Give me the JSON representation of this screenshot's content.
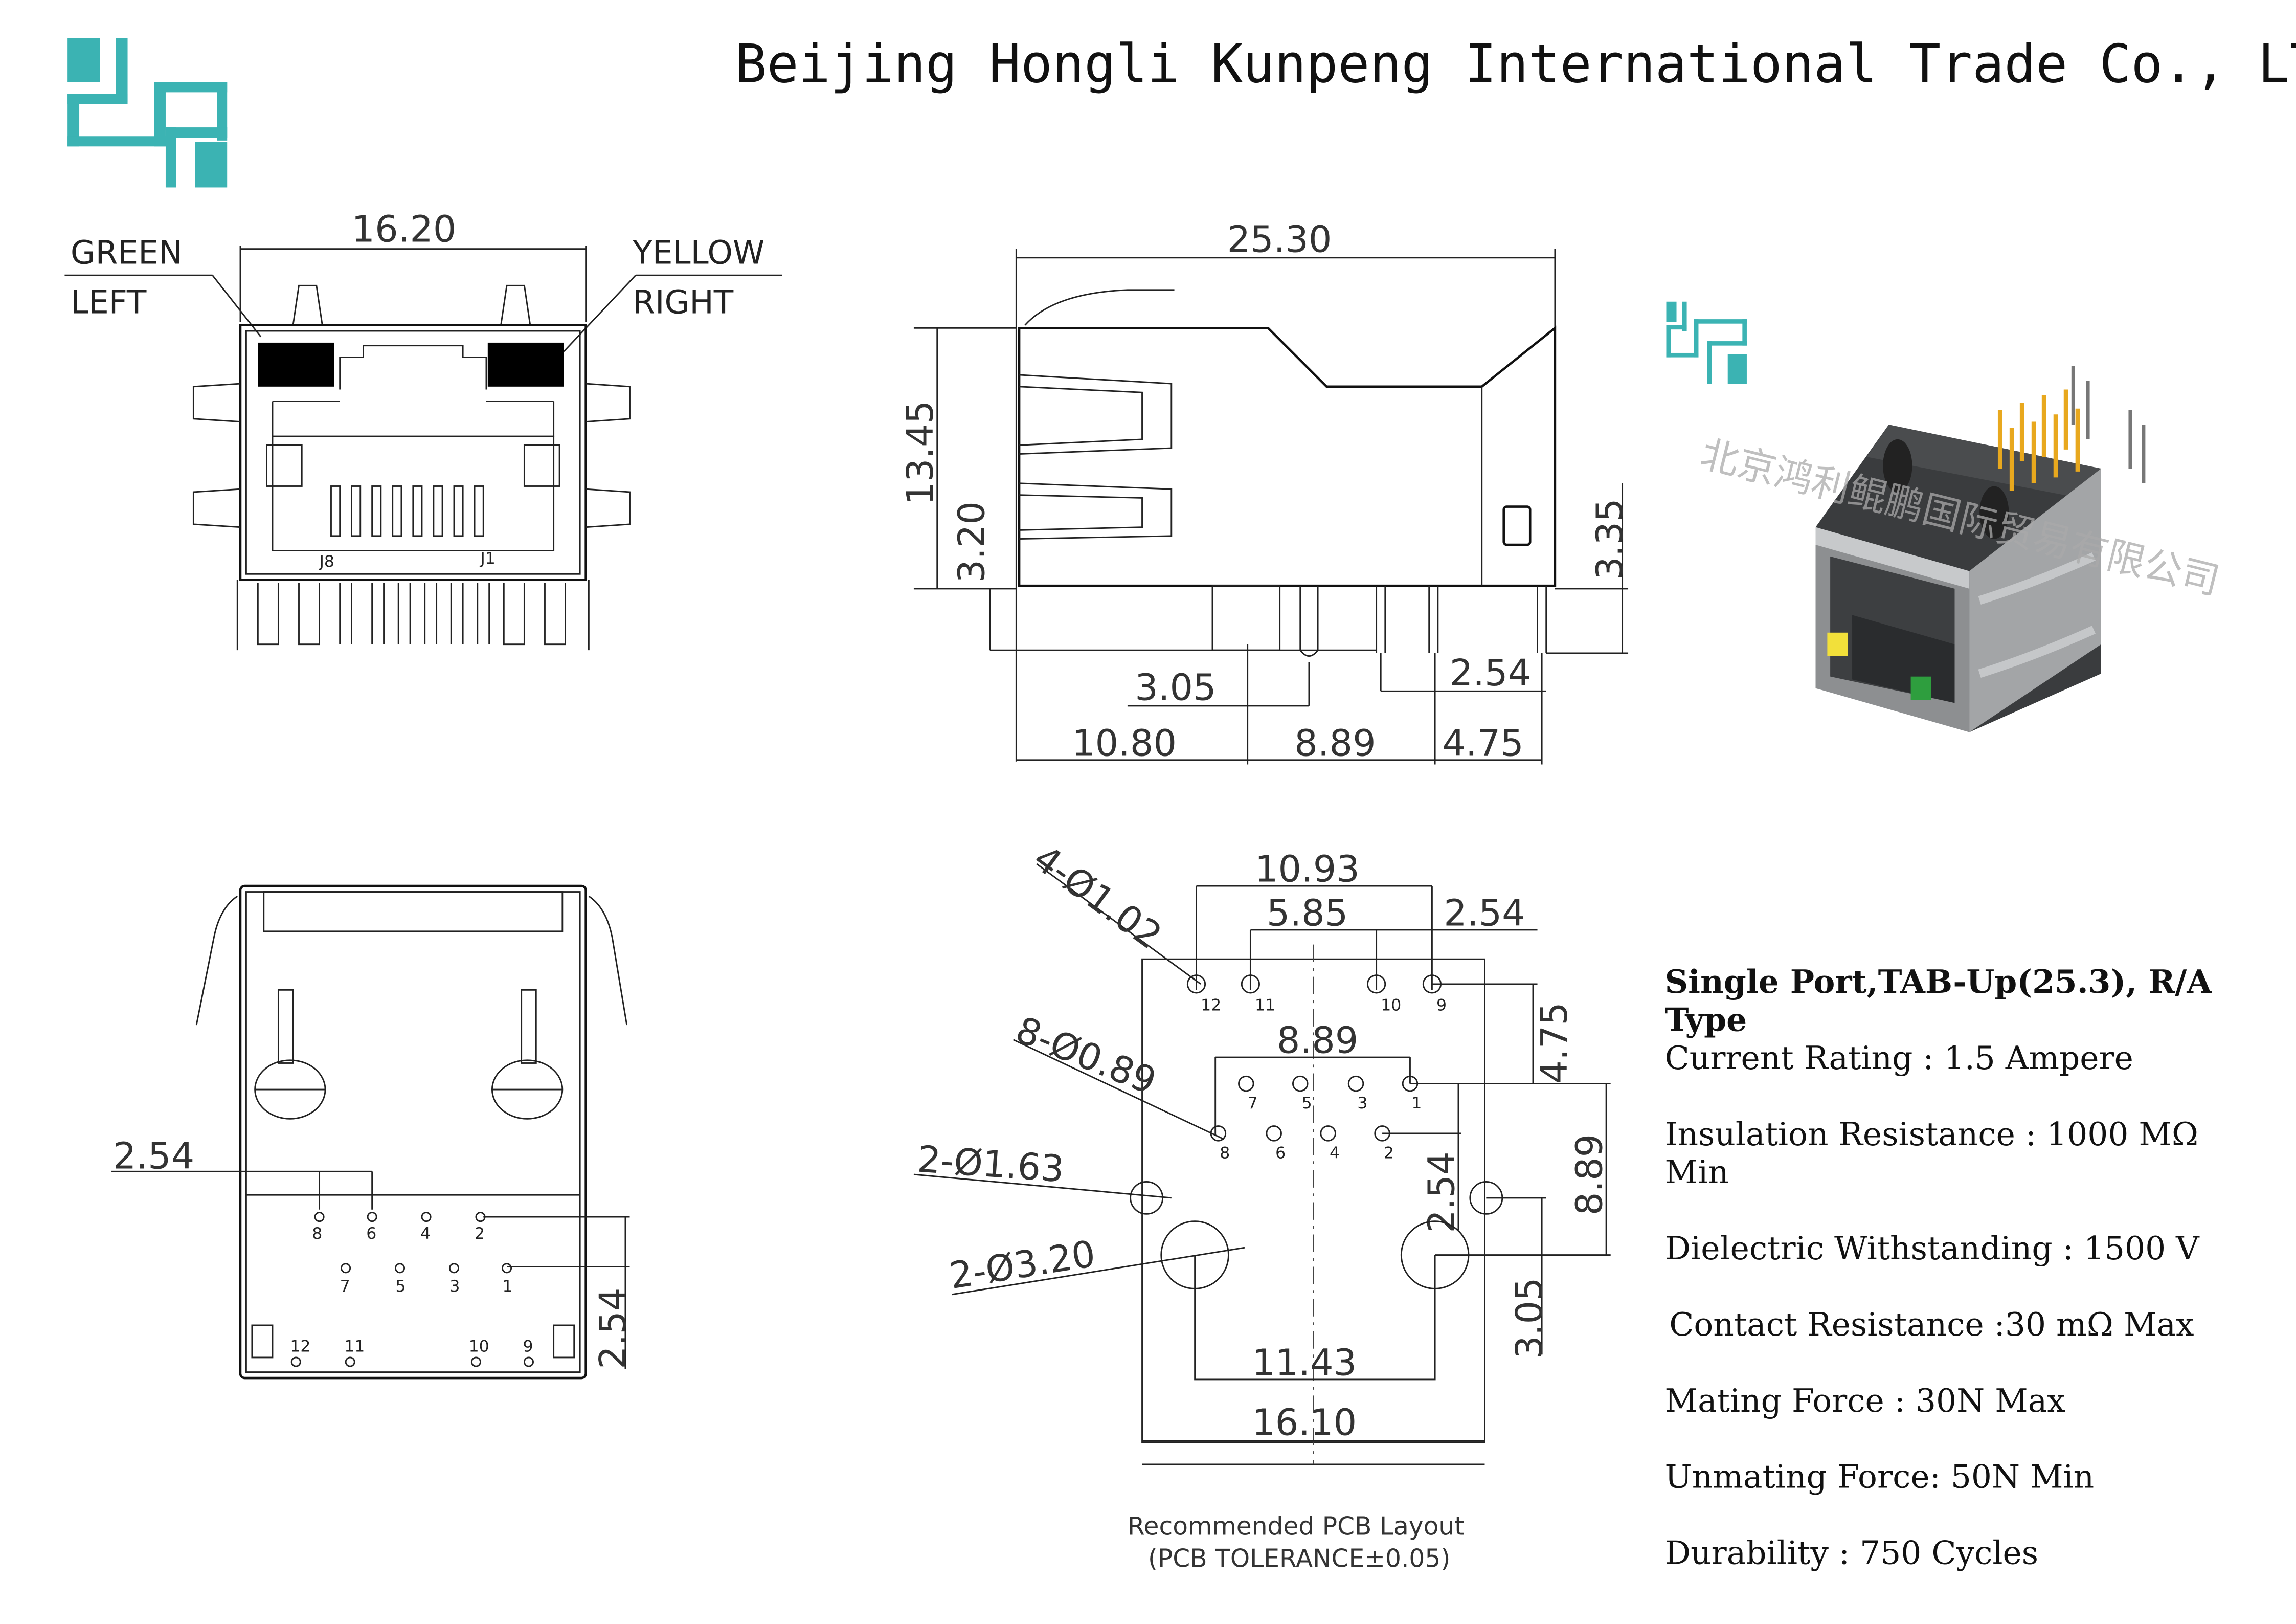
{
  "header": {
    "company_name": "Beijing Hongli Kunpeng International Trade Co., LTD",
    "logo_icon": "hongli-kunpeng-logo",
    "brand_color": "#3BB3B3"
  },
  "front_view": {
    "width_dim": "16.20",
    "led_left_label": [
      "GREEN",
      "LEFT"
    ],
    "led_right_label": [
      "YELLOW",
      "RIGHT"
    ],
    "pin_j8": "J8",
    "pin_j1": "J1"
  },
  "side_view": {
    "length_dim": "25.30",
    "height_dim": "13.45",
    "left_pin_dim": "3.20",
    "right_pin_dim": "3.35",
    "post_offset_dim": "3.05",
    "pin_pitch_dim": "2.54",
    "bottom_dims": [
      "10.80",
      "8.89",
      "4.75"
    ]
  },
  "bottom_view": {
    "pitch_h": "2.54",
    "pitch_v": "2.54",
    "row1_pins": [
      "8",
      "6",
      "4",
      "2"
    ],
    "row2_pins": [
      "7",
      "5",
      "3",
      "1"
    ],
    "led_pins": [
      "12",
      "11",
      "10",
      "9"
    ]
  },
  "pcb_layout": {
    "dims": {
      "led_span": "10.93",
      "led_inner": "5.85",
      "led_pitch": "2.54",
      "row_span": "8.89",
      "led_to_row": "4.75",
      "row_pitch": "2.54",
      "row_to_post": "8.89",
      "post_to_peg": "3.05",
      "post_span": "11.43",
      "body_width": "16.10"
    },
    "callouts": [
      "4-Ø1.02",
      "8-Ø0.89",
      "2-Ø1.63",
      "2-Ø3.20"
    ],
    "led_pins": [
      "12",
      "11",
      "10",
      "9"
    ],
    "row_a": [
      "7",
      "5",
      "3",
      "1"
    ],
    "row_b": [
      "8",
      "6",
      "4",
      "2"
    ],
    "caption": "Recommended PCB Layout",
    "tolerance": "(PCB TOLERANCE±0.05)"
  },
  "product_image": {
    "watermark": "北京鸿利鲲鹏国际贸易有限公司",
    "led_yellow": "#F2E03A",
    "led_green": "#2E9E3E",
    "pin_gold": "#E8A81E"
  },
  "specs": {
    "title_line1": "Single Port,TAB-Up(25.3), R/A",
    "title_line2": "Type",
    "items": [
      "Current Rating : 1.5 Ampere",
      "Insulation Resistance : 1000 MΩ",
      " Min",
      "Dielectric Withstanding : 1500 V",
      "Contact Resistance :30 mΩ  Max",
      "Mating Force : 30N Max",
      "Unmating Force: 50N Min",
      "Durability : 750 Cycles"
    ]
  }
}
